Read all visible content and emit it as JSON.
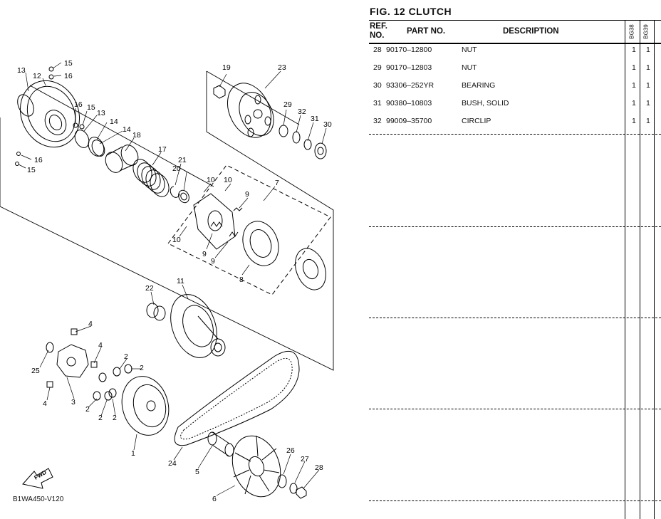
{
  "figure": {
    "title": "FIG. 12  CLUTCH",
    "ref_code": "B1WA450-V120"
  },
  "table": {
    "headers": {
      "ref_no_line1": "REF.",
      "ref_no_line2": "NO.",
      "part_no": "PART NO.",
      "description": "DESCRIPTION",
      "col1": "BG38",
      "col2": "BG39"
    },
    "rows": [
      {
        "ref": "28",
        "part": "90170–12800",
        "desc": "NUT",
        "q1": "1",
        "q2": "1"
      },
      {
        "ref": "29",
        "part": "90170–12803",
        "desc": "NUT",
        "q1": "1",
        "q2": "1"
      },
      {
        "ref": "30",
        "part": "93306–252YR",
        "desc": "BEARING",
        "q1": "1",
        "q2": "1"
      },
      {
        "ref": "31",
        "part": "90380–10803",
        "desc": "BUSH, SOLID",
        "q1": "1",
        "q2": "1"
      },
      {
        "ref": "32",
        "part": "99009–35700",
        "desc": "CIRCLIP",
        "q1": "1",
        "q2": "1"
      }
    ]
  },
  "callouts": {
    "c1": "1",
    "c2": "2",
    "c3": "3",
    "c4": "4",
    "c5": "5",
    "c6": "6",
    "c7": "7",
    "c8": "8",
    "c9": "9",
    "c10": "10",
    "c11": "11",
    "c12": "12",
    "c13": "13",
    "c14": "14",
    "c15": "15",
    "c16": "16",
    "c17": "17",
    "c18": "18",
    "c19": "19",
    "c20": "20",
    "c21": "21",
    "c22": "22",
    "c23": "23",
    "c24": "24",
    "c25": "25",
    "c26": "26",
    "c27": "27",
    "c28": "28",
    "c29": "29",
    "c30": "30",
    "c31": "31",
    "c32": "32",
    "fwd": "FWD"
  }
}
